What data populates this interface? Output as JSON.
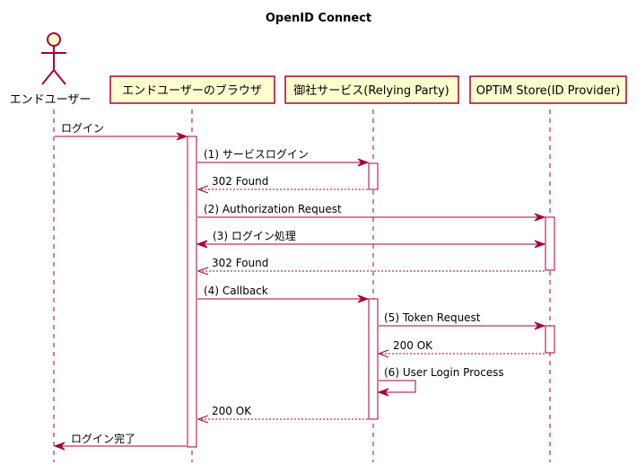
{
  "diagram": {
    "title": "OpenID Connect",
    "participants": [
      {
        "id": "user",
        "label": "エンドユーザー",
        "kind": "actor"
      },
      {
        "id": "browser",
        "label": "エンドユーザーのブラウザ",
        "kind": "box"
      },
      {
        "id": "service",
        "label": "御社サービス(Relying Party)",
        "kind": "box"
      },
      {
        "id": "idp",
        "label": "OPTiM Store(ID Provider)",
        "kind": "box"
      }
    ],
    "messages": [
      {
        "from": "user",
        "to": "browser",
        "label": "ログイン",
        "style": "solid"
      },
      {
        "from": "browser",
        "to": "service",
        "label": "(1) サービスログイン",
        "style": "solid"
      },
      {
        "from": "service",
        "to": "browser",
        "label": "302 Found",
        "style": "dashed"
      },
      {
        "from": "browser",
        "to": "idp",
        "label": "(2) Authorization Request",
        "style": "solid"
      },
      {
        "from": "browser",
        "to": "idp",
        "label": "(3) ログイン処理",
        "style": "bidirectional"
      },
      {
        "from": "idp",
        "to": "browser",
        "label": "302 Found",
        "style": "dashed"
      },
      {
        "from": "browser",
        "to": "service",
        "label": "(4) Callback",
        "style": "solid"
      },
      {
        "from": "service",
        "to": "idp",
        "label": "(5) Token Request",
        "style": "solid"
      },
      {
        "from": "idp",
        "to": "service",
        "label": "200 OK",
        "style": "dashed"
      },
      {
        "from": "service",
        "to": "service",
        "label": "(6) User Login Process",
        "style": "self"
      },
      {
        "from": "service",
        "to": "browser",
        "label": "200 OK",
        "style": "dashed"
      },
      {
        "from": "browser",
        "to": "user",
        "label": "ログイン完了",
        "style": "solid"
      }
    ],
    "colors": {
      "line": "#A80036",
      "participant_fill": "#FEFECE",
      "activation_fill": "#FFFFFF"
    }
  }
}
